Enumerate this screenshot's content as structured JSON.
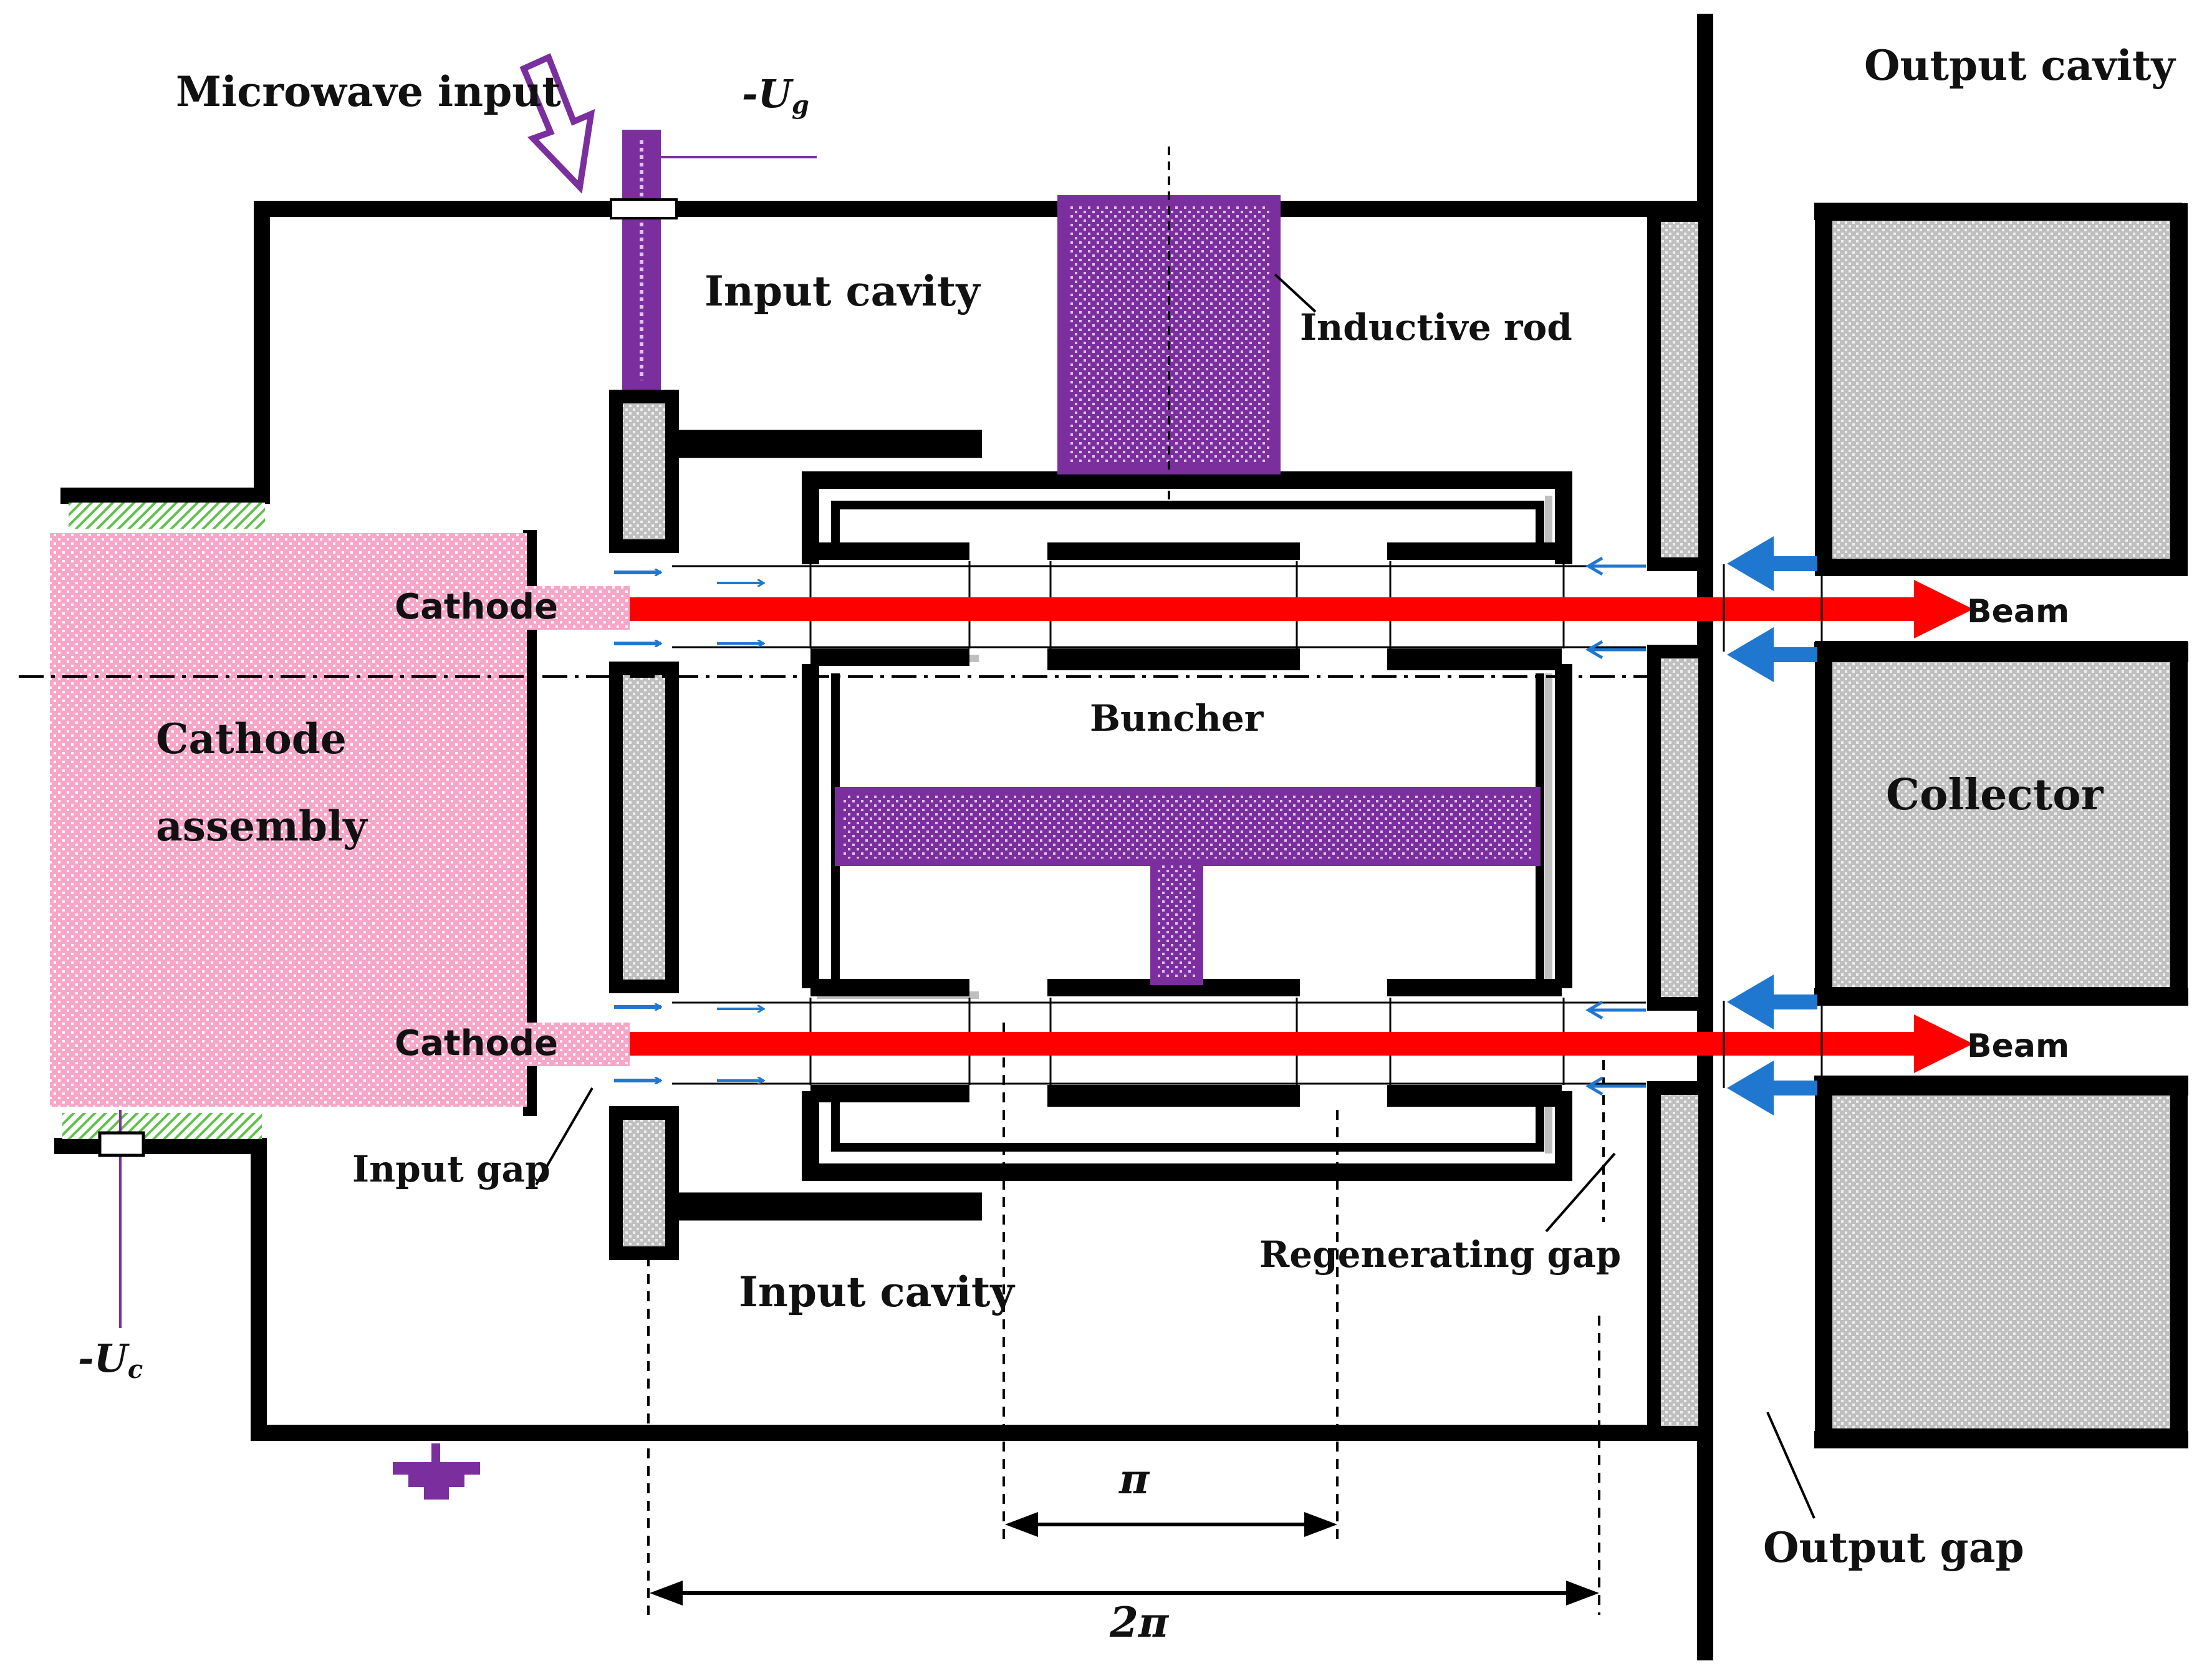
{
  "labels": {
    "microwave_input": "Microwave input",
    "ug_prefix": "-U",
    "ug_sub": "g",
    "uc_prefix": "-U",
    "uc_sub": "c",
    "output_cavity": "Output cavity",
    "input_cavity_top": "Input cavity",
    "input_cavity_bottom": "Input cavity",
    "inductive_rod": "Inductive rod",
    "cathode_top": "Cathode",
    "cathode_bottom": "Cathode",
    "cathode_assembly_line1": "Cathode",
    "cathode_assembly_line2": "assembly",
    "buncher": "Buncher",
    "collector": "Collector",
    "beam_top": "Beam",
    "beam_bottom": "Beam",
    "input_gap": "Input gap",
    "regenerating_gap": "Regenerating gap",
    "output_gap": "Output gap",
    "pi": "π",
    "two_pi": "2π"
  },
  "colors": {
    "wall": "#000000",
    "cathode_pink": "#f7a6c8",
    "cathode_pink_dots": "#ffffff",
    "rod_purple": "#7b2f9e",
    "rod_dots": "#d8c4e4",
    "gray_block": "#c8c8c8",
    "gray_dots": "#f0f0f0",
    "beam_red": "#ff0000",
    "reflect_blue": "#1f77d0",
    "insulator_green": "#5ec24a"
  },
  "icons": {
    "ground": "ground-icon",
    "input_arrow": "microwave-input-arrow-icon"
  }
}
